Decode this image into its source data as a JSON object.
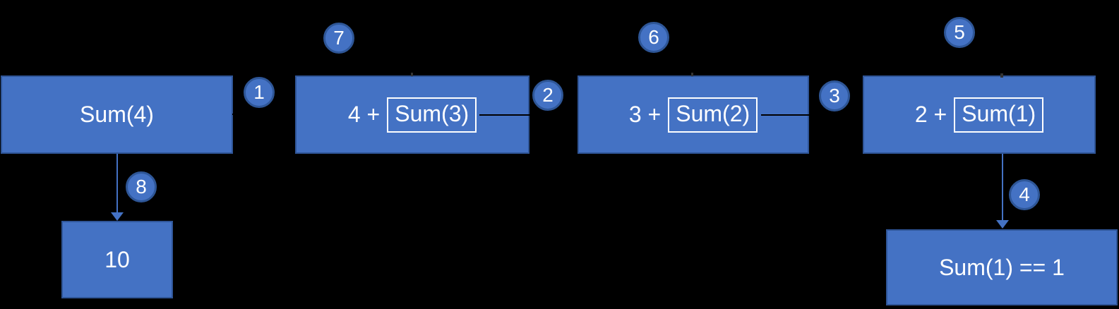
{
  "colors": {
    "background": "#000000",
    "box_fill": "#4472C4",
    "box_border": "#2F5597",
    "circle_fill": "#4472C4",
    "circle_border": "#2E5697",
    "inner_box_border": "#FFFFFF",
    "connector": "#000000",
    "arrow": "#4472C4",
    "text": "#FFFFFF"
  },
  "frames": [
    {
      "label": "Sum(4)"
    },
    {
      "prefix": "4 +",
      "call": "Sum(3)"
    },
    {
      "prefix": "3 +",
      "call": "Sum(2)"
    },
    {
      "prefix": "2 +",
      "call": "Sum(1)"
    }
  ],
  "results": {
    "final_value": "10",
    "base_case": "Sum(1) == 1"
  },
  "step_badges": [
    "1",
    "2",
    "3",
    "4",
    "5",
    "6",
    "7",
    "8"
  ]
}
